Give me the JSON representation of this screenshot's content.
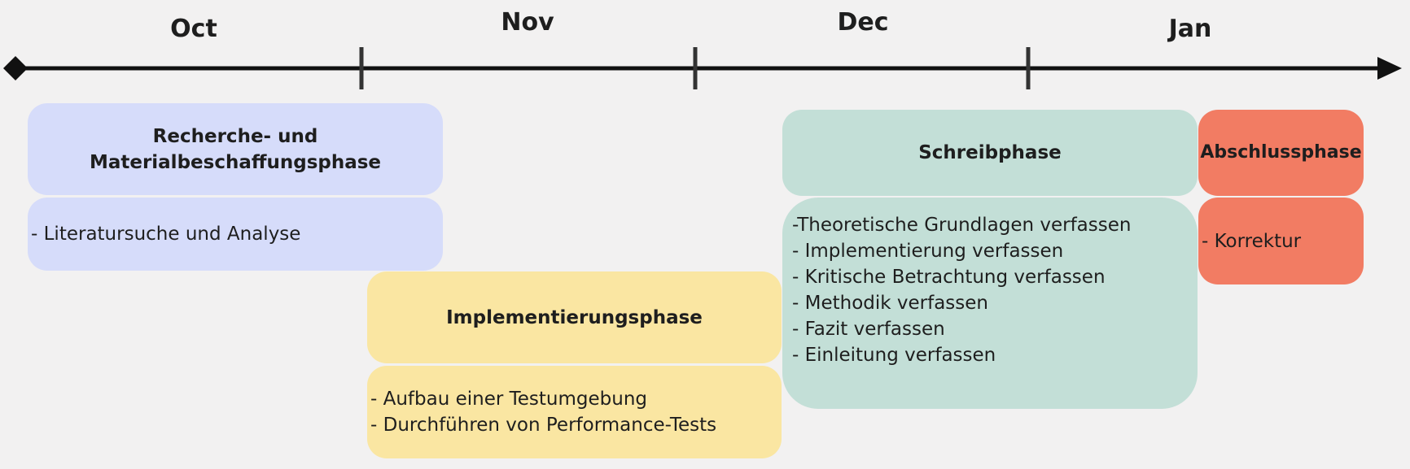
{
  "timeline": {
    "months": [
      "Oct",
      "Nov",
      "Dec",
      "Jan"
    ]
  },
  "phases": [
    {
      "id": "research",
      "title_lines": [
        "Recherche- und",
        "Materialbeschaffungsphase"
      ],
      "tasks": [
        "- Literatursuche und Analyse"
      ],
      "color": "#d6dcfa"
    },
    {
      "id": "implementation",
      "title_lines": [
        "Implementierungsphase"
      ],
      "tasks": [
        "- Aufbau einer Testumgebung",
        "- Durchführen von Performance-Tests"
      ],
      "color": "#fae6a2"
    },
    {
      "id": "writing",
      "title_lines": [
        "Schreibphase"
      ],
      "tasks": [
        "-Theoretische Grundlagen verfassen",
        "- Implementierung verfassen",
        "- Kritische Betrachtung verfassen",
        "- Methodik verfassen",
        "- Fazit verfassen",
        "- Einleitung verfassen"
      ],
      "color": "#c3dfd7"
    },
    {
      "id": "final",
      "title_lines": [
        "Abschlussphase"
      ],
      "tasks": [
        "- Korrektur"
      ],
      "color": "#f27c63"
    }
  ]
}
